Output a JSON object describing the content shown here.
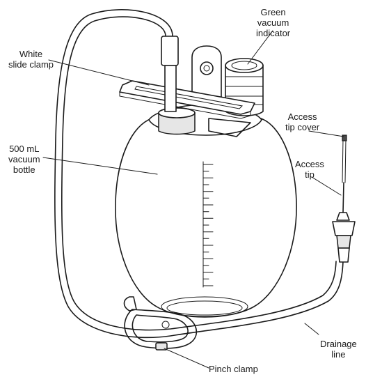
{
  "labels": {
    "green_vacuum_indicator": [
      "Green",
      "vacuum",
      "indicator"
    ],
    "white_slide_clamp": [
      "White",
      "slide clamp"
    ],
    "vacuum_bottle": [
      "500 mL",
      "vacuum",
      "bottle"
    ],
    "access_tip_cover": [
      "Access",
      "tip cover"
    ],
    "access_tip": [
      "Access",
      "tip"
    ],
    "drainage_line": [
      "Drainage",
      "line"
    ],
    "pinch_clamp": [
      "Pinch clamp"
    ]
  },
  "colors": {
    "ink": "#1a1a1a",
    "background": "#ffffff"
  },
  "graduation_count": 19
}
